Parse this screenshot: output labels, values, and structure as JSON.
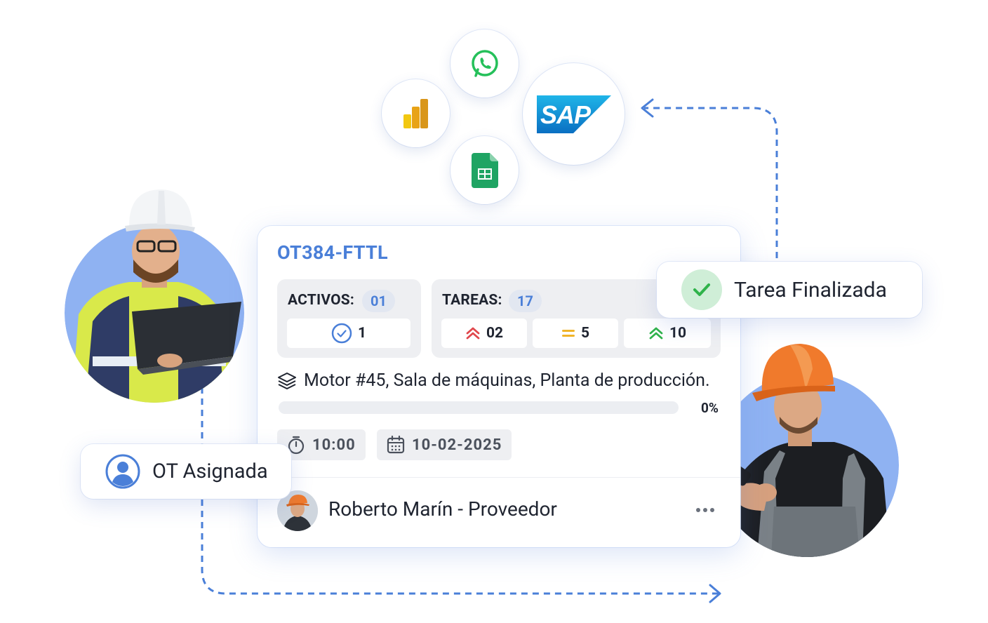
{
  "integrations": [
    {
      "name": "whatsapp-icon"
    },
    {
      "name": "powerbi-icon"
    },
    {
      "name": "sap-logo",
      "text": "SAP"
    },
    {
      "name": "google-sheets-icon"
    }
  ],
  "work_order": {
    "code": "OT384-FTTL",
    "activos": {
      "label": "ACTIVOS:",
      "count": "01",
      "completed": "1"
    },
    "tareas": {
      "label": "TAREAS:",
      "count": "17",
      "high": "02",
      "medium": "5",
      "low": "10"
    },
    "location": "Motor #45, Sala de máquinas, Planta de producción.",
    "progress": {
      "value": 0,
      "label": "0%"
    },
    "time": "10:00",
    "date": "10-02-2025",
    "assignee": "Roberto Marín - Proveedor"
  },
  "labels": {
    "ot_asignada": "OT Asignada",
    "tarea_finalizada": "Tarea Finalizada"
  },
  "colors": {
    "accent": "#4a7fd8",
    "success": "#2fb34a",
    "priority_high": "#e0474c",
    "priority_medium": "#f0b429",
    "priority_low": "#2fb34a"
  }
}
